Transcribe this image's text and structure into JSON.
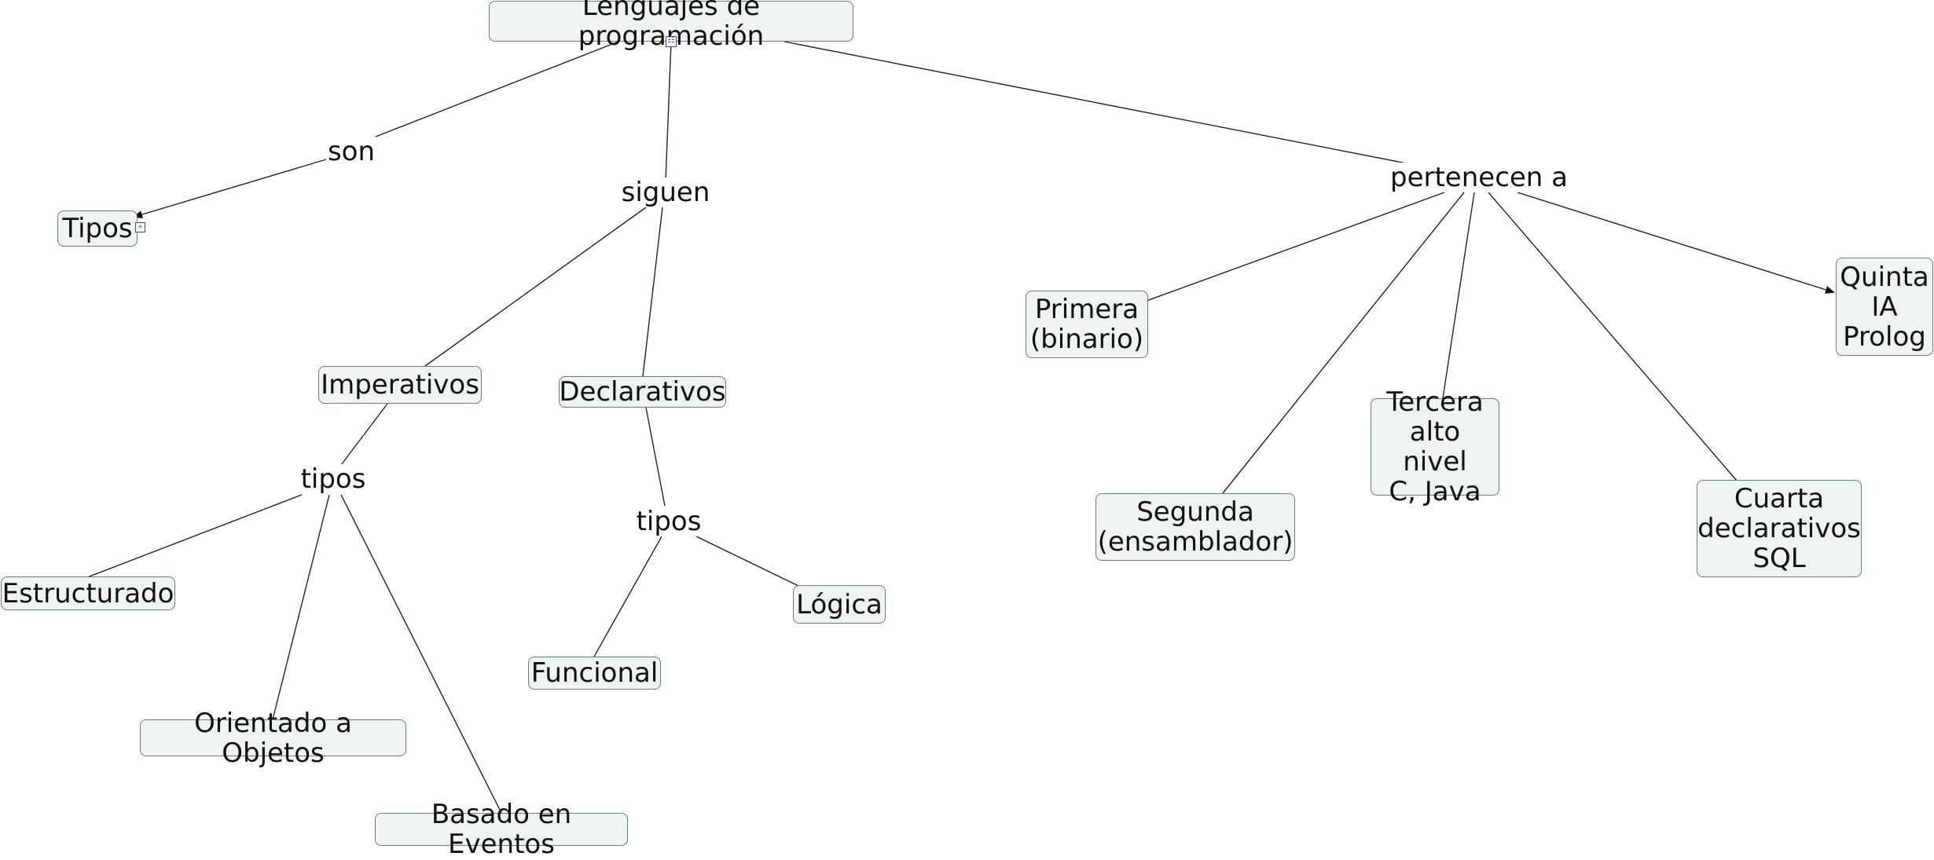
{
  "concepts": {
    "root": "Lenguajes de programación",
    "tipos": "Tipos",
    "imperativos": "Imperativos",
    "declarativos": "Declarativos",
    "estructurado": "Estructurado",
    "oo": "Orientado a Objetos",
    "eventos": "Basado en Eventos",
    "funcional": "Funcional",
    "logica": "Lógica",
    "primera": "Primera\n(binario)",
    "segunda": "Segunda\n(ensamblador)",
    "tercera": "Tercera\nalto nivel\nC, Java",
    "cuarta": "Cuarta\ndeclarativos\nSQL",
    "quinta": "Quinta\nIA\nProlog"
  },
  "links": {
    "son": "son",
    "siguen": "siguen",
    "pertenecen": "pertenecen a",
    "tipos_imp": "tipos",
    "tipos_dec": "tipos"
  },
  "icons": {
    "root_marker": "resource-icon",
    "tipos_marker": "expand-icon"
  }
}
